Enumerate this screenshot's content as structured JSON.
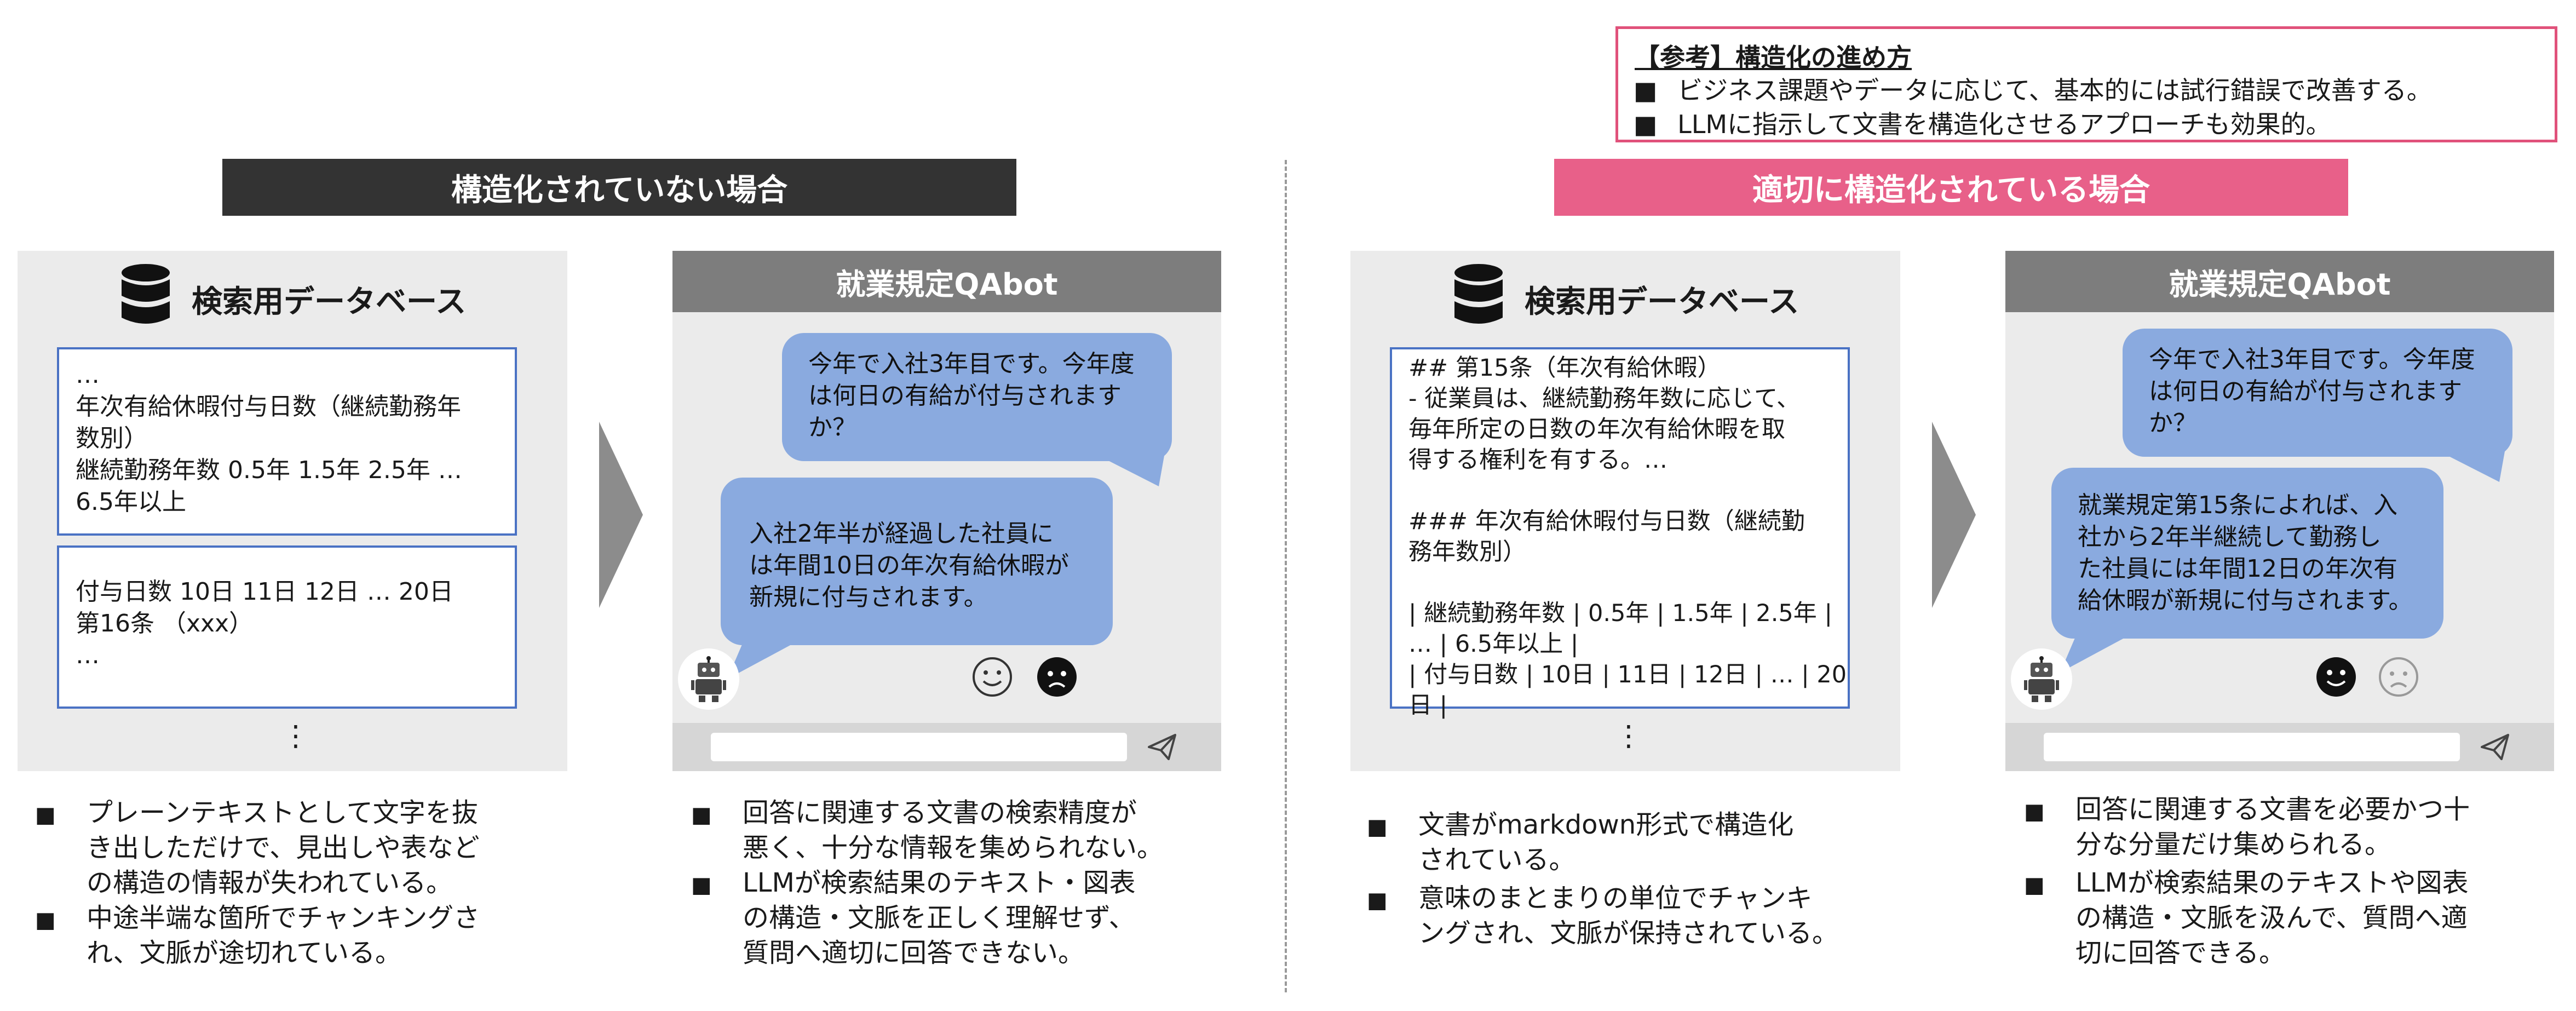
{
  "reference": {
    "title": "【参考】構造化の進め方",
    "items": [
      "ビジネス課題やデータに応じて、基本的には試行錯誤で改善する。",
      "LLMに指示して文書を構造化させるアプローチも効果的。"
    ]
  },
  "bullet_marker": "■",
  "left": {
    "header": "構造化されていない場合",
    "db_title": "検索用データベース",
    "doc1": "…\n年次有給休暇付与日数（継続勤務年\n数別）\n継続勤務年数 0.5年 1.5年 2.5年 …\n6.5年以上",
    "doc2": "付与日数 10日 11日 12日 … 20日\n第16条 （xxx）\n…",
    "more": "⋮",
    "db_notes": [
      "プレーンテキストとして文字を抜\nき出しただけで、見出しや表など\nの構造の情報が失われている。",
      "中途半端な箇所でチャンキングさ\nれ、文脈が途切れている。"
    ],
    "chat_title": "就業規定QAbot",
    "question": "今年で入社3年目です。今年度\nは何日の有給が付与されます\nか？",
    "answer": "入社2年半が経過した社員に\nは年間10日の年次有給休暇が\n新規に付与されます。",
    "chat_notes": [
      "回答に関連する文書の検索精度が\n悪く、十分な情報を集められない。",
      "LLMが検索結果のテキスト・図表\nの構造・文脈を正しく理解せず、\n質問へ適切に回答できない。"
    ]
  },
  "right": {
    "header": "適切に構造化されている場合",
    "db_title": "検索用データベース",
    "doc": "## 第15条（年次有給休暇）\n- 従業員は、継続勤務年数に応じて、\n毎年所定の日数の年次有給休暇を取\n得する権利を有する。…\n\n### 年次有給休暇付与日数（継続勤\n務年数別）\n\n| 継続勤務年数 | 0.5年 | 1.5年 | 2.5年 |\n… | 6.5年以上 |\n| 付与日数 | 10日 | 11日 | 12日 | … | 20\n日 |",
    "more": "⋮",
    "db_notes": [
      "文書がmarkdown形式で構造化\nされている。",
      "意味のまとまりの単位でチャンキ\nングされ、文脈が保持されている。"
    ],
    "chat_title": "就業規定QAbot",
    "question": "今年で入社3年目です。今年度\nは何日の有給が付与されます\nか？",
    "answer": "就業規定第15条によれば、入\n社から2年半継続して勤務し\nた社員には年間12日の年次有\n給休暇が新規に付与されます。",
    "chat_notes": [
      "回答に関連する文書を必要かつ十\n分な分量だけ集められる。",
      "LLMが検索結果のテキストや図表\nの構造・文脈を汲んで、質問へ適\n切に回答できる。"
    ]
  },
  "colors": {
    "dark_header": "#333333",
    "pink_header": "#e86089",
    "bubble": "#8aaadf",
    "doc_border": "#4a72c4",
    "panel_bg": "#ebebeb",
    "chat_header": "#7d7d7d"
  },
  "icons": {
    "database": "database-icon",
    "arrow": "chevron-right-arrow",
    "robot": "robot-icon",
    "good": "smiley-face-icon",
    "bad": "frowning-face-icon",
    "send": "send-icon"
  },
  "feedback": {
    "left_selected": "bad",
    "right_selected": "good"
  }
}
